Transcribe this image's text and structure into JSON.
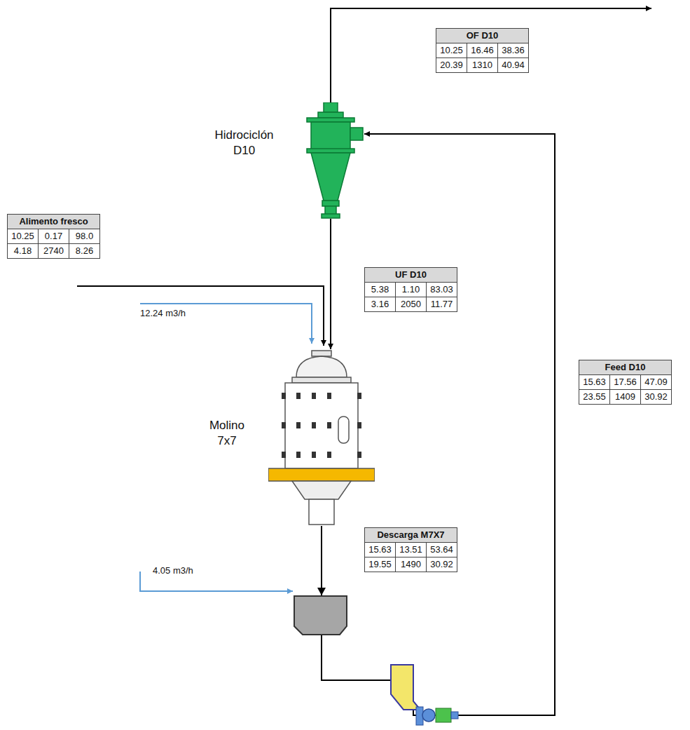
{
  "diagram": {
    "nodes": [
      {
        "text": [
          "OF D10",
          "10.25",
          "16.46",
          "38.36",
          "20.39",
          "1310",
          "40.94"
        ]
      },
      {
        "text": [
          "Hidrociclón D10"
        ]
      },
      {
        "text": [
          "Alimento fresco",
          "10.25",
          "0.17",
          "98.0",
          "4.18",
          "2740",
          "8.26"
        ]
      },
      {
        "text": [
          "UF D10",
          "5.38",
          "1.10",
          "83.03",
          "3.16",
          "2050",
          "11.77"
        ]
      },
      {
        "text": [
          "Feed D10",
          "15.63",
          "17.56",
          "47.09",
          "23.55",
          "1409",
          "30.92"
        ]
      },
      {
        "text": [
          "Molino 7x7"
        ]
      },
      {
        "text": [
          "Descarga M7X7",
          "15.63",
          "13.51",
          "53.64",
          "19.55",
          "1490",
          "30.92"
        ]
      }
    ],
    "edges": [
      {
        "from": 1,
        "to": 5,
        "arrow": "to"
      },
      {
        "from": 5,
        "to": 1,
        "arrow": "to"
      }
    ],
    "labels": [
      "12.24 m3/h",
      "4.05 m3/h"
    ]
  }
}
